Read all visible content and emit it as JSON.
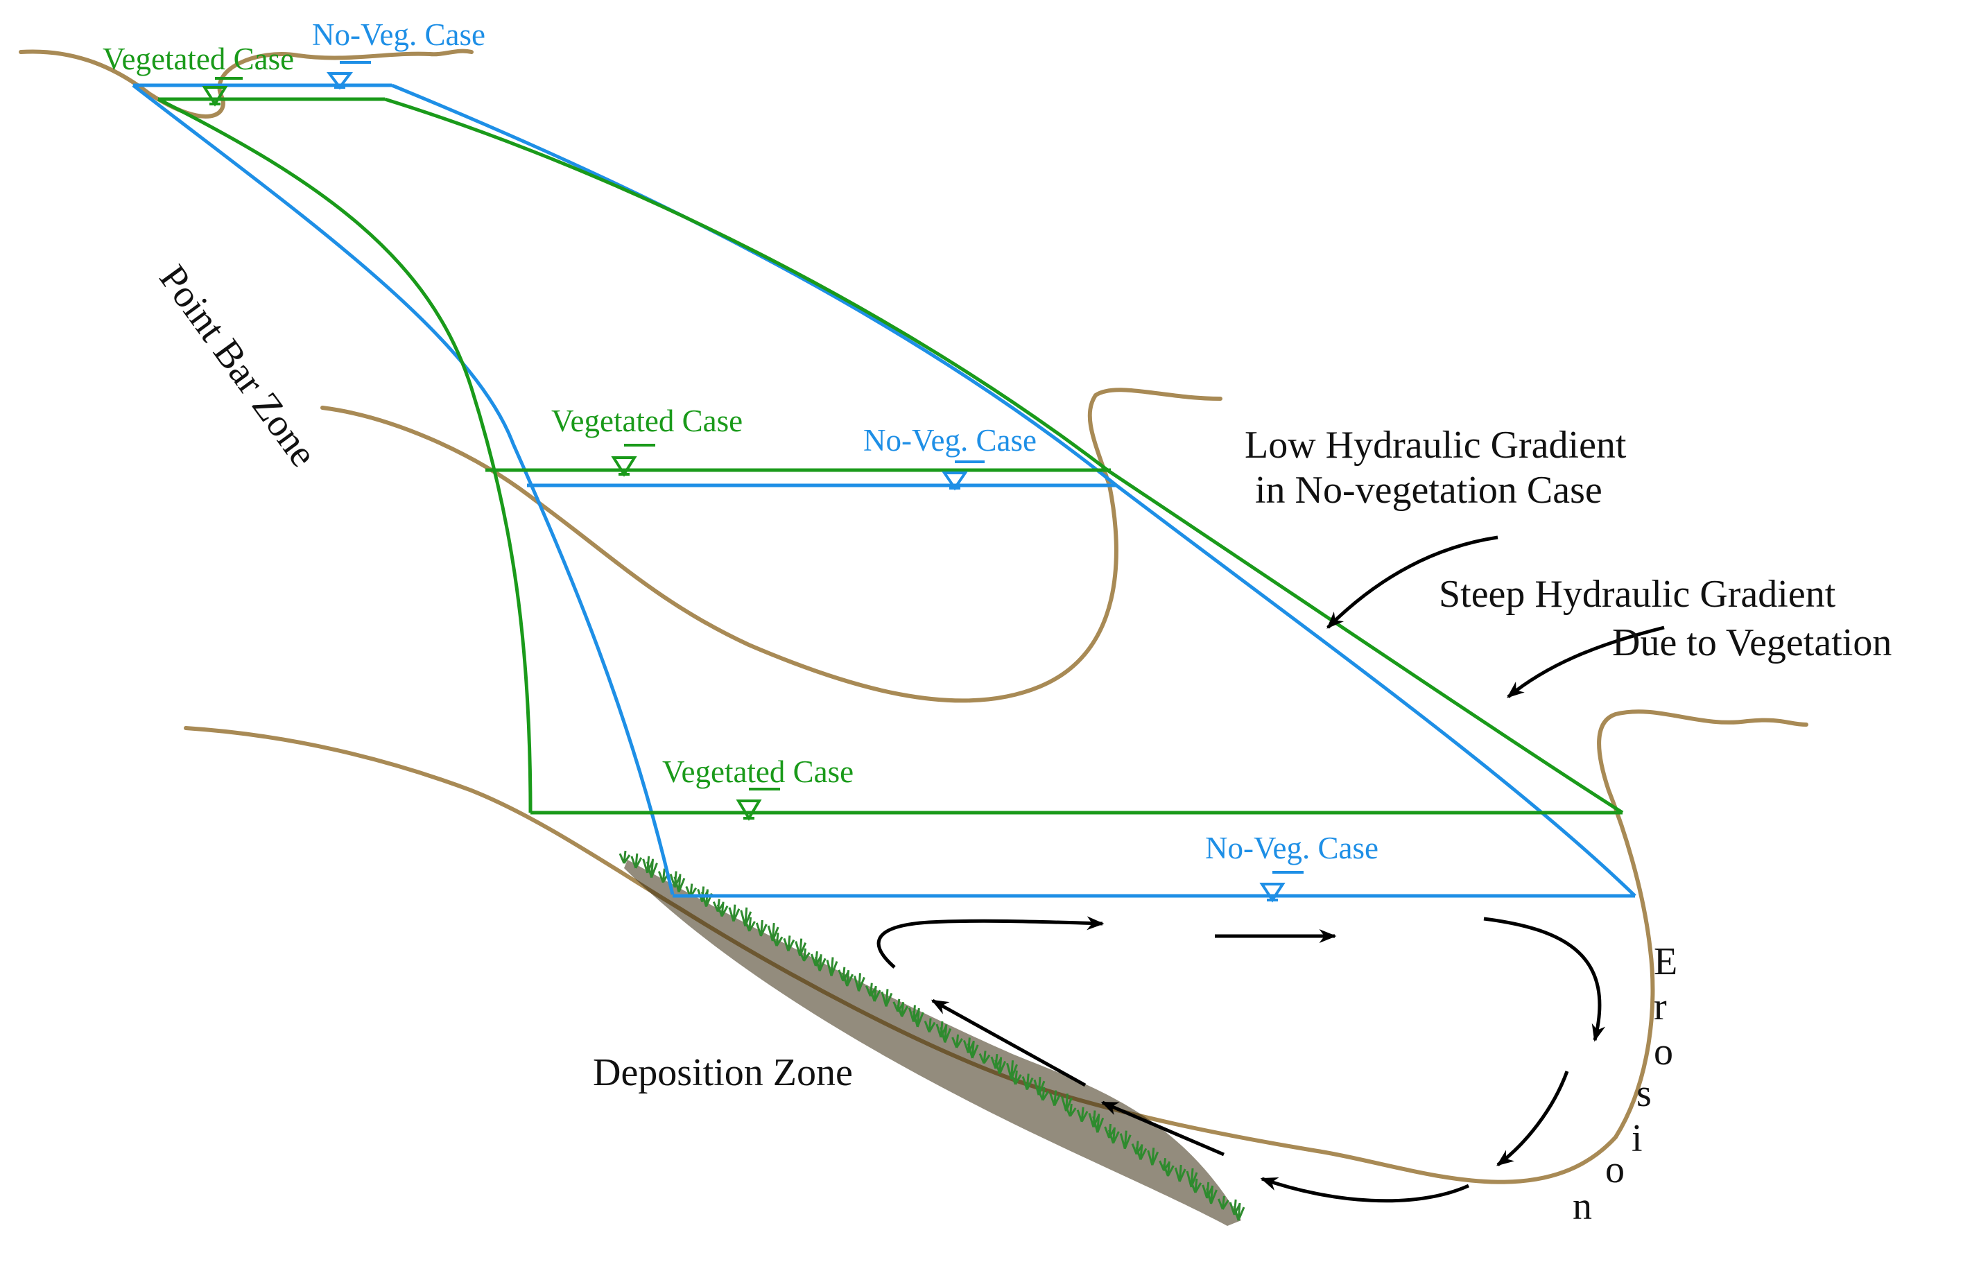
{
  "labels": {
    "top_vegetated": "Vegetated Case",
    "top_noveg": "No-Veg. Case",
    "mid_vegetated": "Vegetated Case",
    "mid_noveg": "No-Veg. Case",
    "bot_vegetated": "Vegetated Case",
    "bot_noveg": "No-Veg. Case",
    "point_bar_zone": "Point Bar Zone",
    "low_gradient_line1": "Low Hydraulic Gradient",
    "low_gradient_line2": "in No-vegetation Case",
    "steep_gradient_line1": "Steep Hydraulic Gradient",
    "steep_gradient_line2": "Due to Vegetation",
    "deposition_zone": "Deposition Zone",
    "erosion": [
      "E",
      "r",
      "o",
      "s",
      "i",
      "o",
      "n"
    ]
  },
  "colors": {
    "vegetated": "#1a9a1a",
    "no_vegetation": "#1e8fe6",
    "bank": "#a88a55",
    "arrow": "#000000",
    "grass": "#2e8b2e"
  }
}
